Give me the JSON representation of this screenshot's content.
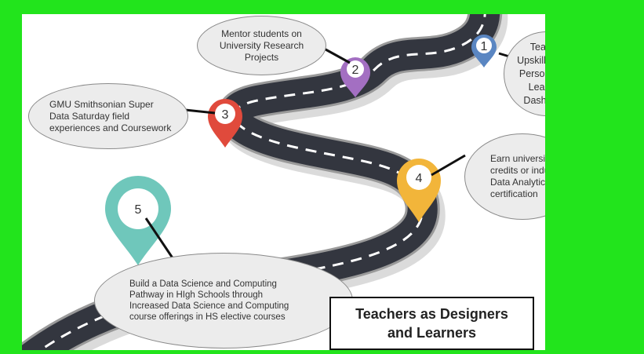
{
  "title": "Teachers as Designers\nand Learners",
  "steps": [
    {
      "number": "1",
      "text": "Teacher Upskilling and Personalized Learning Dashboard",
      "color": "#5a86c2"
    },
    {
      "number": "2",
      "text": "Mentor students on University Research Projects",
      "color": "#a36fc2"
    },
    {
      "number": "3",
      "text": "GMU Smithsonian Super Data Saturday field experiences and Coursework",
      "color": "#e04a3c"
    },
    {
      "number": "4",
      "text": "Earn university credits or industry Data Analytics certification",
      "color": "#f2b53a"
    },
    {
      "number": "5",
      "text": "Build a Data Science and Computing Pathway in HIgh Schools through Increased Data Science and Computing course offerings in HS elective courses",
      "color": "#6fc7bb"
    }
  ],
  "colors": {
    "background": "#22e41c",
    "road": "#33363f",
    "road_edge": "#9a9a9a",
    "lane": "#ffffff"
  }
}
